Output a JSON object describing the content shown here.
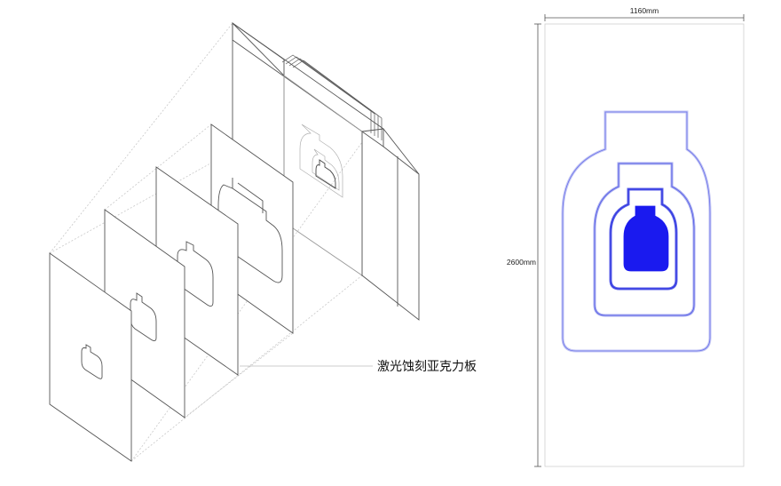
{
  "axonometric": {
    "callout_label": "激光蚀刻亚克力板",
    "panel_count": 4
  },
  "elevation": {
    "width_label": "1160mm",
    "height_label": "2600mm"
  },
  "colors": {
    "line": "#555555",
    "faint_line": "#bdbdbd",
    "neon_outer": "#b9bdf2",
    "neon_mid": "#8c92ee",
    "neon_inner": "#3d43e6",
    "bottle_fill": "#1a1aef"
  }
}
